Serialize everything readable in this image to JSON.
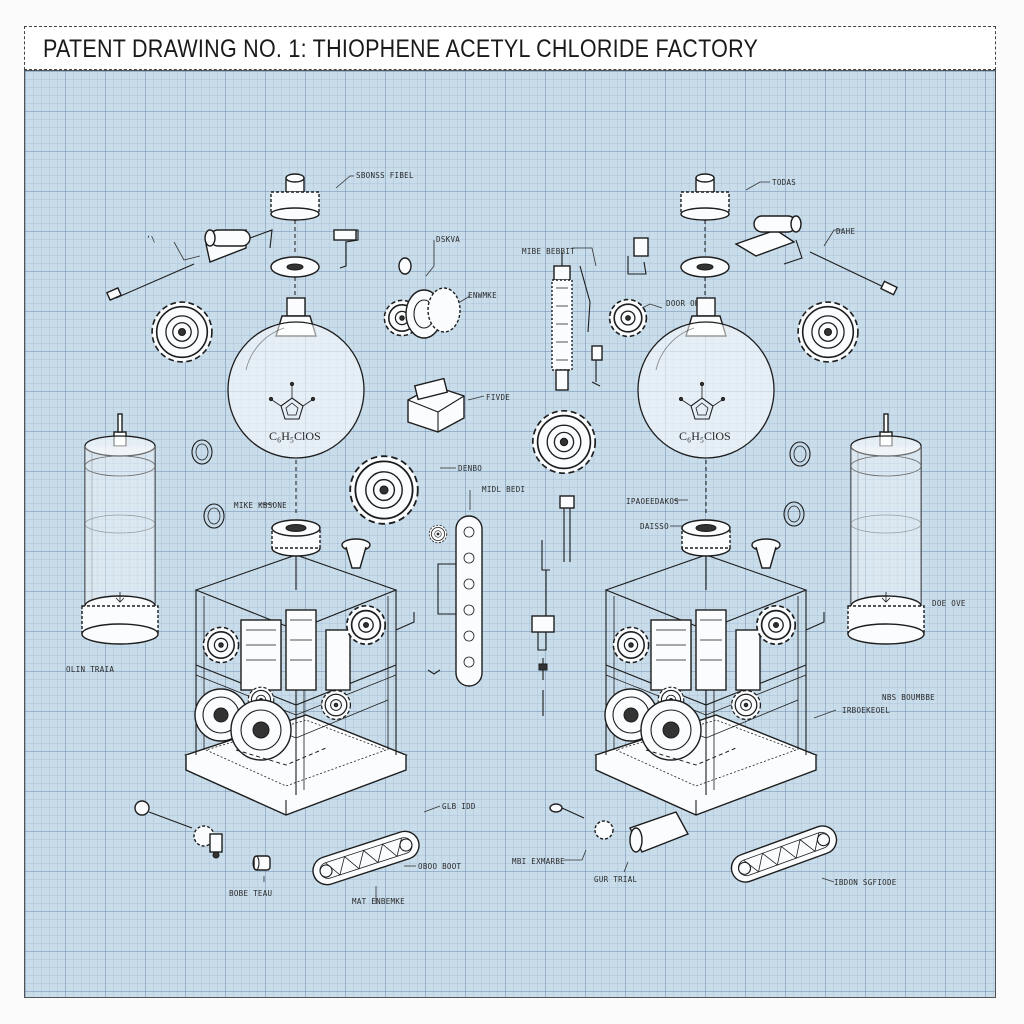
{
  "title": "PATENT DRAWING NO. 1: THIOPHENE ACETYL CHLORIDE FACTORY",
  "left_unit": {
    "flask_formula": "C₆H₅ClOS",
    "labels": {
      "top_gear": "SBONSS FIBEL",
      "left_rod": "ʼ\\",
      "right_gear": "DSKVA",
      "coupling": "ENWMKE",
      "bracket": "FIVDE",
      "center_gear": "DENBO",
      "chain": "MIDL BEDI",
      "coupling_ring": "MIKE KBSONE",
      "cylinder": "OLIN TRAIA",
      "gear_top": "GLB IDD",
      "track_bot": "OBOO BOOT",
      "track_lbl": "MAT ENBEMKE",
      "cap": "BOBE TEAU"
    }
  },
  "middle": {
    "labels": {
      "piston": "MIBE BEBBIT",
      "door": "DOOR OHIT"
    }
  },
  "right_unit": {
    "flask_formula": "C₆H₅ClOS",
    "labels": {
      "top_gear": "TODAS",
      "rod": "DAHE",
      "pipe": "IPAOEEDAKOS",
      "hub": "DAISSO",
      "cylinder": "DOE OVE",
      "base": "NBS BOUMBBE",
      "frame": "IRBOEKEOEL",
      "bottom_left": "MBI EXMARBE",
      "bottom_mid": "GUR TRIAL",
      "bottom_right": "IBDON SGFIODE"
    }
  }
}
